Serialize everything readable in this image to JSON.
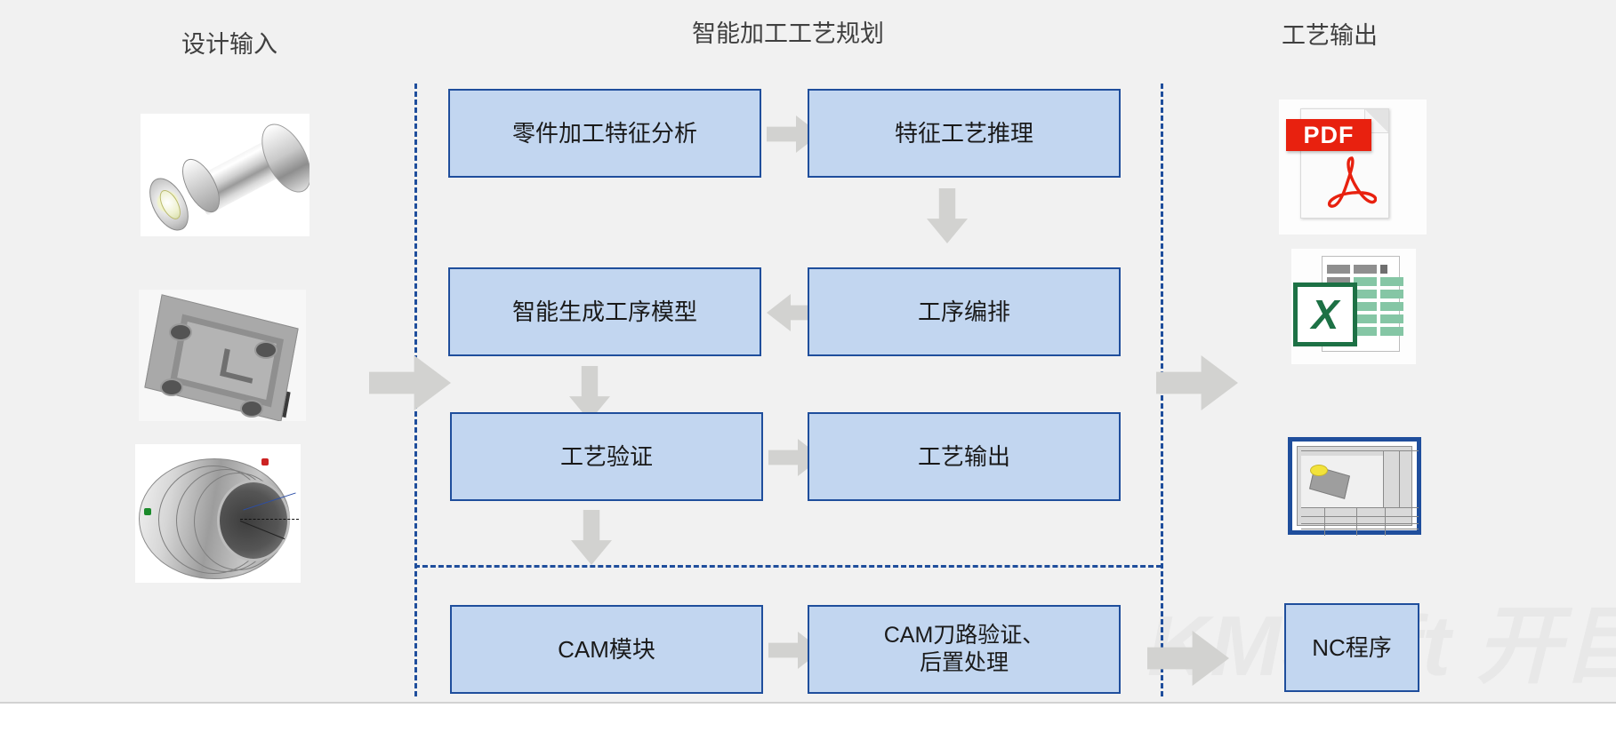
{
  "meta": {
    "watermark_text": "KMSoft 开目",
    "accent_blue": "#1f4e9c",
    "box_fill": "#c2d6f0",
    "arrow_gray": "#d2d2d0",
    "background": "#f1f1f1"
  },
  "headings": {
    "design_input": "设计输入",
    "planning": "智能加工工艺规划",
    "process_output": "工艺输出"
  },
  "design_inputs": [
    {
      "name": "shaft-housing-model",
      "caption": ""
    },
    {
      "name": "mold-plate-model",
      "caption": ""
    },
    {
      "name": "engine-casing-model",
      "caption": ""
    }
  ],
  "process_boxes": [
    {
      "id": "feature-analysis",
      "label": "零件加工特征分析"
    },
    {
      "id": "feature-reasoning",
      "label": "特征工艺推理"
    },
    {
      "id": "operation-model",
      "label": "智能生成工序模型"
    },
    {
      "id": "operation-sequence",
      "label": "工序编排"
    },
    {
      "id": "process-validation",
      "label": "工艺验证"
    },
    {
      "id": "process-output",
      "label": "工艺输出"
    },
    {
      "id": "cam-module",
      "label": "CAM模块"
    },
    {
      "id": "cam-toolpath",
      "label": "CAM刀路验证、\n后置处理"
    },
    {
      "id": "nc-program",
      "label": "NC程序"
    }
  ],
  "box_labels": {
    "feature_analysis": "零件加工特征分析",
    "feature_reasoning": "特征工艺推理",
    "operation_model": "智能生成工序模型",
    "operation_sequence": "工序编排",
    "process_validation": "工艺验证",
    "process_output": "工艺输出",
    "cam_module": "CAM模块",
    "cam_toolpath_line1": "CAM刀路验证、",
    "cam_toolpath_line2": "后置处理",
    "nc_program": "NC程序"
  },
  "arrows": [
    {
      "id": "input-to-planning",
      "direction": "right"
    },
    {
      "id": "analysis-to-reasoning",
      "direction": "right"
    },
    {
      "id": "reasoning-to-sequence",
      "direction": "down"
    },
    {
      "id": "sequence-to-model",
      "direction": "left"
    },
    {
      "id": "model-to-validation",
      "direction": "down"
    },
    {
      "id": "validation-to-output",
      "direction": "right"
    },
    {
      "id": "output-to-cam",
      "direction": "down"
    },
    {
      "id": "cam-to-toolpath",
      "direction": "right"
    },
    {
      "id": "toolpath-to-nc",
      "direction": "right"
    },
    {
      "id": "planning-to-output-column",
      "direction": "right"
    }
  ],
  "outputs": [
    {
      "id": "pdf-document",
      "label": "PDF"
    },
    {
      "id": "excel-spreadsheet",
      "label": "X"
    },
    {
      "id": "process-sheet-drawing",
      "label": ""
    }
  ],
  "pdf": {
    "badge": "PDF"
  },
  "excel": {
    "badge": "X"
  }
}
